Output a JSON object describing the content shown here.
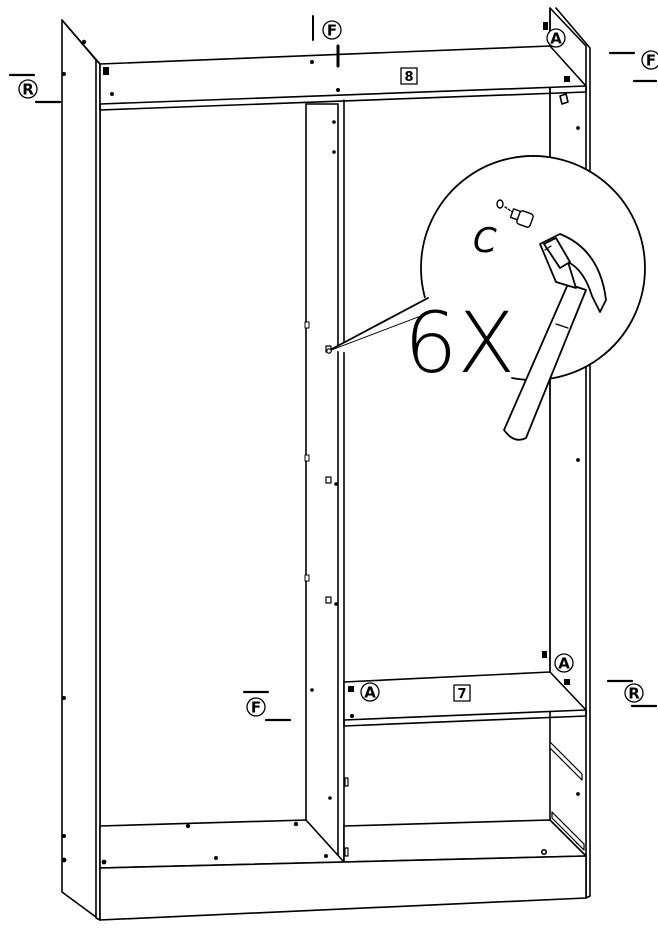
{
  "diagram": {
    "panel_top_label": "8",
    "panel_shelf_label": "7",
    "multiplier": "6X",
    "hardware_label": "C",
    "fitting_labels": {
      "a": "A",
      "f": "F",
      "r": "R"
    }
  }
}
